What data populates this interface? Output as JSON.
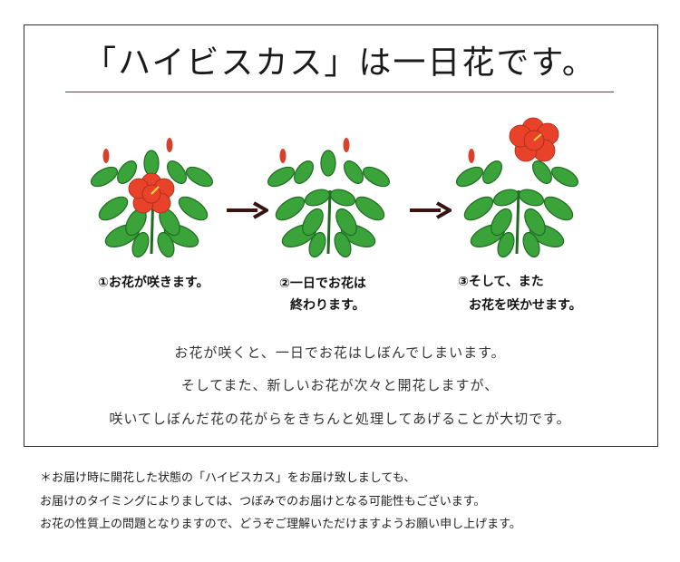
{
  "title": "「ハイビスカス」は一日花です。",
  "steps": [
    {
      "caption_lines": [
        "①お花が咲きます。"
      ]
    },
    {
      "caption_lines": [
        "②一日でお花は",
        "終わります。"
      ]
    },
    {
      "caption_lines": [
        "③そして、また",
        "お花を咲かせます。"
      ]
    }
  ],
  "description_lines": [
    "お花が咲くと、一日でお花はしぼんでしまいます。",
    "そしてまた、新しいお花が次々と開花しますが、",
    "咲いてしぼんだ花の花がらをきちんと処理してあげることが大切です。"
  ],
  "notes": [
    "＊お届け時に開花した状態の「ハイビスカス」をお届け致しましても、",
    "お届けのタイミングによりましては、つぼみでのお届けとなる可能性もございます。",
    "お花の性質上の問題となりますので、どうぞご理解いただけますようお願い申し上げます。"
  ],
  "colors": {
    "leaf": "#3aa33a",
    "leaf_dark": "#1f6b22",
    "flower": "#e8432a",
    "bud": "#d8402a",
    "arrow": "#3a1410"
  }
}
